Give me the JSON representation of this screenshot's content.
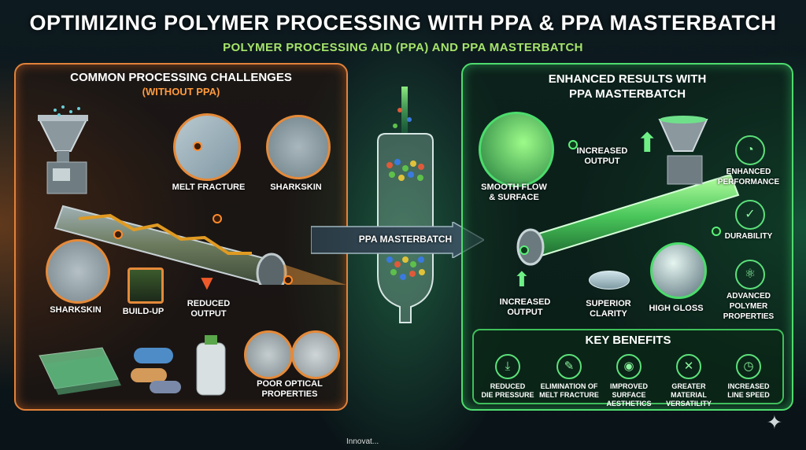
{
  "title": "OPTIMIZING POLYMER PROCESSING WITH PPA & PPA MASTERBATCH",
  "subtitle": "POLYMER PROCESSING AID (PPA) AND PPA MASTERBATCH",
  "left": {
    "heading": "COMMON PROCESSING CHALLENGES",
    "heading2": "(WITHOUT PPA)",
    "labels": {
      "melt_fracture": "MELT FRACTURE",
      "sharkskin_top": "SHARKSKIN",
      "sharkskin_left": "SHARKSKIN",
      "build_up": "BUILD-UP",
      "reduced_output_1": "REDUCED",
      "reduced_output_2": "OUTPUT",
      "poor_optical_1": "POOR OPTICAL",
      "poor_optical_2": "PROPERTIES"
    }
  },
  "center": {
    "masterbatch_label": "PPA MASTERBATCH"
  },
  "right": {
    "heading1": "ENHANCED RESULTS WITH",
    "heading2": "PPA MASTERBATCH",
    "labels": {
      "smooth_flow_1": "SMOOTH FLOW",
      "smooth_flow_2": "& SURFACE",
      "increased_output_top_1": "INCREASED",
      "increased_output_top_2": "OUTPUT",
      "enhanced_perf_1": "ENHANCED",
      "enhanced_perf_2": "PERFORMANCE",
      "durability": "DURABILITY",
      "increased_output_bottom_1": "INCREASED",
      "increased_output_bottom_2": "OUTPUT",
      "superior_clarity_1": "SUPERIOR",
      "superior_clarity_2": "CLARITY",
      "high_gloss": "HIGH GLOSS",
      "advanced_1": "ADVANCED",
      "advanced_2": "POLYMER",
      "advanced_3": "PROPERTIES"
    }
  },
  "key_benefits": {
    "title": "KEY BENEFITS",
    "items": [
      {
        "line1": "REDUCED",
        "line2": "DIE PRESSURE",
        "icon": "download-tray-icon"
      },
      {
        "line1": "ELIMINATION OF",
        "line2": "MELT FRACTURE",
        "icon": "wrench-icon"
      },
      {
        "line1": "IMPROVED",
        "line2": "SURFACE",
        "line3": "AESTHETICS",
        "icon": "eye-icon"
      },
      {
        "line1": "GREATER",
        "line2": "MATERIAL",
        "line3": "VERSATILITY",
        "icon": "expand-arrows-icon"
      },
      {
        "line1": "INCREASED",
        "line2": "LINE SPEED",
        "icon": "speedometer-icon"
      }
    ]
  },
  "footer": "Innovat...",
  "colors": {
    "orange": "#e2823a",
    "green": "#4fdc6e",
    "subtitle": "#a6e36a"
  }
}
